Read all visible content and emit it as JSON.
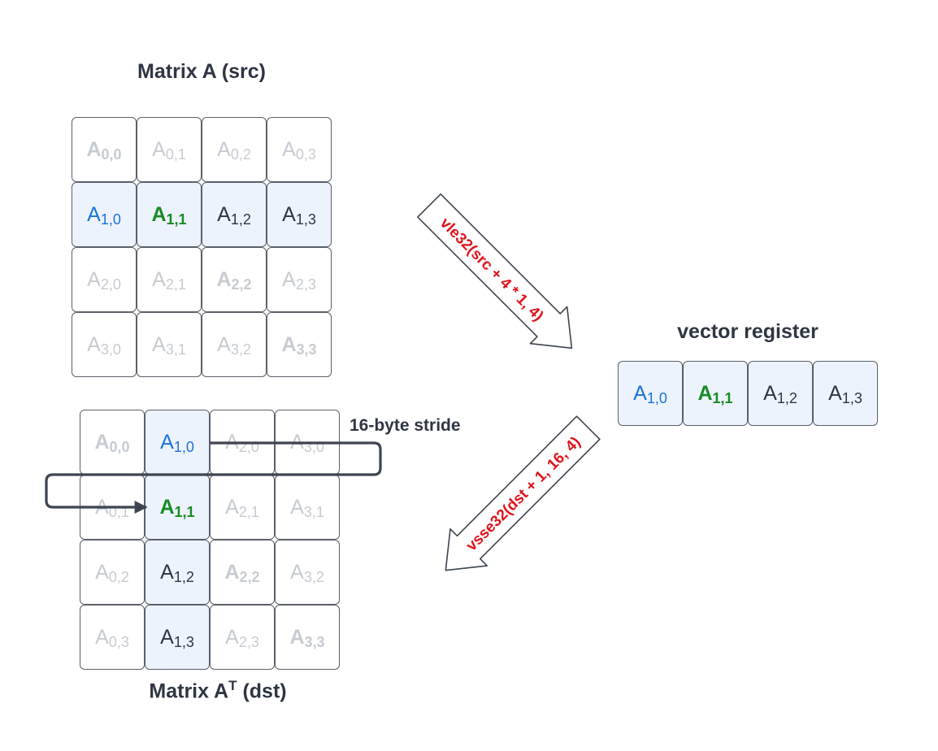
{
  "titles": {
    "matrix_a": "Matrix A (src)",
    "vector_register": "vector register",
    "matrix_at_prefix": "Matrix A",
    "matrix_at_sup": "T",
    "matrix_at_suffix": " (dst)"
  },
  "labels": {
    "load_instr": "vle32(src + 4 * 1, 4)",
    "store_instr": "vsse32(dst + 1, 16, 4)",
    "stride": "16-byte stride"
  },
  "colors": {
    "highlight_fill": "#edf3fc",
    "blue_text": "#1a73d9",
    "green_text": "#188b25",
    "faint_text": "#c7cbd2",
    "dark_text": "#2f3542",
    "instruction_red": "#e0141c"
  },
  "matrix_a": [
    [
      {
        "base": "A",
        "sub": "0,0",
        "style": "faint",
        "bold": true
      },
      {
        "base": "A",
        "sub": "0,1",
        "style": "faint"
      },
      {
        "base": "A",
        "sub": "0,2",
        "style": "faint"
      },
      {
        "base": "A",
        "sub": "0,3",
        "style": "faint"
      }
    ],
    [
      {
        "base": "A",
        "sub": "1,0",
        "style": "blue",
        "hl": true
      },
      {
        "base": "A",
        "sub": "1,1",
        "style": "green",
        "hl": true
      },
      {
        "base": "A",
        "sub": "1,2",
        "style": "dark",
        "hl": true
      },
      {
        "base": "A",
        "sub": "1,3",
        "style": "dark",
        "hl": true
      }
    ],
    [
      {
        "base": "A",
        "sub": "2,0",
        "style": "faint"
      },
      {
        "base": "A",
        "sub": "2,1",
        "style": "faint"
      },
      {
        "base": "A",
        "sub": "2,2",
        "style": "faint",
        "bold": true
      },
      {
        "base": "A",
        "sub": "2,3",
        "style": "faint"
      }
    ],
    [
      {
        "base": "A",
        "sub": "3,0",
        "style": "faint"
      },
      {
        "base": "A",
        "sub": "3,1",
        "style": "faint"
      },
      {
        "base": "A",
        "sub": "3,2",
        "style": "faint"
      },
      {
        "base": "A",
        "sub": "3,3",
        "style": "faint",
        "bold": true
      }
    ]
  ],
  "vector_register": [
    {
      "base": "A",
      "sub": "1,0",
      "style": "blue",
      "hl": true
    },
    {
      "base": "A",
      "sub": "1,1",
      "style": "green",
      "hl": true
    },
    {
      "base": "A",
      "sub": "1,2",
      "style": "dark",
      "hl": true
    },
    {
      "base": "A",
      "sub": "1,3",
      "style": "dark",
      "hl": true
    }
  ],
  "matrix_at": [
    [
      {
        "base": "A",
        "sub": "0,0",
        "style": "faint",
        "bold": true
      },
      {
        "base": "A",
        "sub": "1,0",
        "style": "blue",
        "hl": true
      },
      {
        "base": "A",
        "sub": "2,0",
        "style": "faint"
      },
      {
        "base": "A",
        "sub": "3,0",
        "style": "faint"
      }
    ],
    [
      {
        "base": "A",
        "sub": "0,1",
        "style": "faint"
      },
      {
        "base": "A",
        "sub": "1,1",
        "style": "green",
        "hl": true
      },
      {
        "base": "A",
        "sub": "2,1",
        "style": "faint"
      },
      {
        "base": "A",
        "sub": "3,1",
        "style": "faint"
      }
    ],
    [
      {
        "base": "A",
        "sub": "0,2",
        "style": "faint"
      },
      {
        "base": "A",
        "sub": "1,2",
        "style": "dark",
        "hl": true
      },
      {
        "base": "A",
        "sub": "2,2",
        "style": "faint",
        "bold": true
      },
      {
        "base": "A",
        "sub": "3,2",
        "style": "faint"
      }
    ],
    [
      {
        "base": "A",
        "sub": "0,3",
        "style": "faint"
      },
      {
        "base": "A",
        "sub": "1,3",
        "style": "dark",
        "hl": true
      },
      {
        "base": "A",
        "sub": "2,3",
        "style": "faint"
      },
      {
        "base": "A",
        "sub": "3,3",
        "style": "faint",
        "bold": true
      }
    ]
  ]
}
